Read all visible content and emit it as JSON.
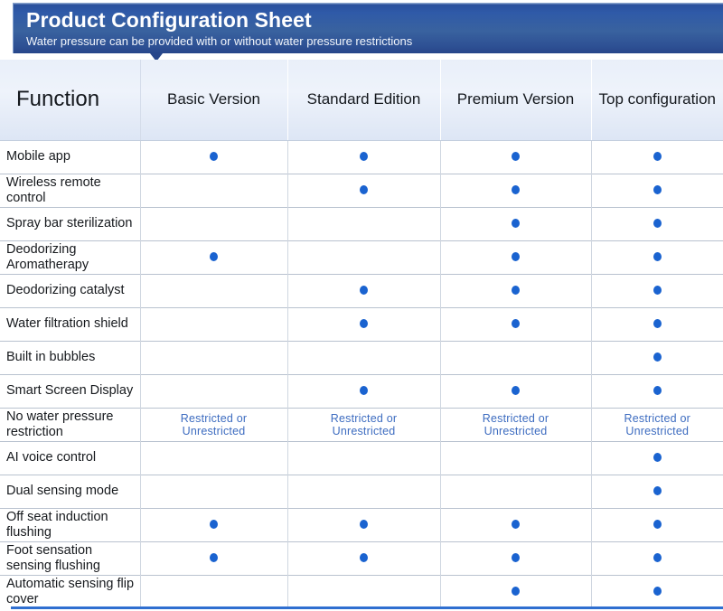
{
  "banner": {
    "title": "Product Configuration Sheet",
    "subtitle": "Water pressure can be provided with or without water pressure restrictions",
    "accent_color": "#2f5aa8",
    "pointer_color": "#27468a"
  },
  "table": {
    "columns": [
      "Function",
      "Basic Version",
      "Standard Edition",
      "Premium Version",
      "Top configuration"
    ],
    "dot_color": "#1a63d0",
    "note_color": "#3d6cc0",
    "note_text": "Restricted  or\nUnrestricted",
    "note_line1": "Restricted  or",
    "note_line2": "Unrestricted",
    "rows": [
      {
        "feature": "Mobile app",
        "type": "dots",
        "values": [
          true,
          true,
          true,
          true
        ]
      },
      {
        "feature": "Wireless remote control",
        "type": "dots",
        "values": [
          false,
          true,
          true,
          true
        ]
      },
      {
        "feature": "Spray bar sterilization",
        "type": "dots",
        "values": [
          false,
          false,
          true,
          true
        ]
      },
      {
        "feature": "Deodorizing Aromatherapy",
        "type": "dots",
        "values": [
          true,
          false,
          true,
          true
        ]
      },
      {
        "feature": "Deodorizing catalyst",
        "type": "dots",
        "values": [
          false,
          true,
          true,
          true
        ]
      },
      {
        "feature": "Water filtration shield",
        "type": "dots",
        "values": [
          false,
          true,
          true,
          true
        ]
      },
      {
        "feature": "Built in bubbles",
        "type": "dots",
        "values": [
          false,
          false,
          false,
          true
        ]
      },
      {
        "feature": "Smart Screen Display",
        "type": "dots",
        "values": [
          false,
          true,
          true,
          true
        ]
      },
      {
        "feature": "No water pressure restriction",
        "type": "note",
        "values": [
          true,
          true,
          true,
          true
        ]
      },
      {
        "feature": "AI voice control",
        "type": "dots",
        "values": [
          false,
          false,
          false,
          true
        ]
      },
      {
        "feature": "Dual sensing mode",
        "type": "dots",
        "values": [
          false,
          false,
          false,
          true
        ]
      },
      {
        "feature": "Off seat induction flushing",
        "type": "dots",
        "values": [
          true,
          true,
          true,
          true
        ]
      },
      {
        "feature": "Foot sensation sensing flushing",
        "type": "dots",
        "values": [
          true,
          true,
          true,
          true
        ]
      },
      {
        "feature": "Automatic sensing flip cover",
        "type": "dots",
        "values": [
          false,
          false,
          true,
          true
        ]
      }
    ]
  }
}
